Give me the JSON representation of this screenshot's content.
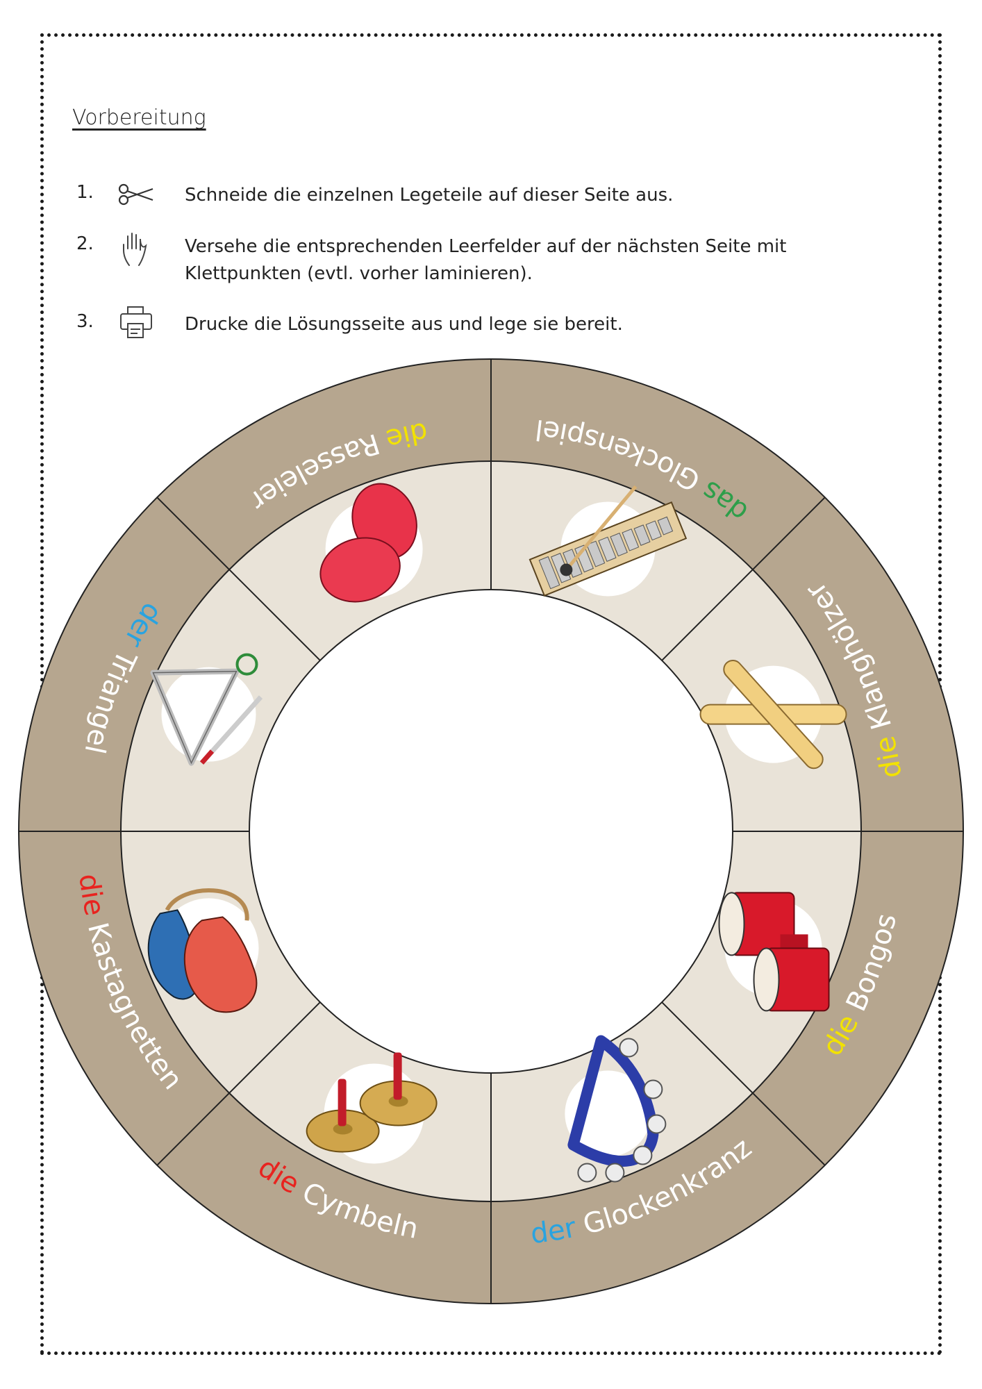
{
  "heading": "Vorbereitung",
  "steps": [
    {
      "num": "1.",
      "icon": "scissors-icon",
      "text": "Schneide die einzelnen Legeteile auf dieser Seite aus."
    },
    {
      "num": "2.",
      "icon": "hand-icon",
      "text": "Versehe die entsprechenden Leerfelder auf der nächsten Seite mit Klettpunkten (evtl. vorher laminieren)."
    },
    {
      "num": "3.",
      "icon": "printer-icon",
      "text": "Drucke die Lösungsseite aus und lege sie bereit."
    }
  ],
  "colors": {
    "outer_ring": "#b6a68f",
    "inner_ring": "#e9e3d8",
    "label_text": "#ffffff",
    "article_das": "#2e9e4a",
    "article_die_yellow": "#f2e200",
    "article_der": "#29a3e0",
    "article_die_red": "#e8231f"
  },
  "segments": [
    {
      "article": "das",
      "noun": "Glockenspiel",
      "article_color": "#2e9e4a",
      "icon": "glockenspiel-icon"
    },
    {
      "article": "die",
      "noun": "Klanghölzer",
      "article_color": "#f2e200",
      "icon": "claves-icon"
    },
    {
      "article": "die",
      "noun": "Bongos",
      "article_color": "#f2e200",
      "icon": "bongos-icon"
    },
    {
      "article": "der",
      "noun": "Glockenkranz",
      "article_color": "#29a3e0",
      "icon": "bell-ring-icon"
    },
    {
      "article": "die",
      "noun": "Cymbeln",
      "article_color": "#e8231f",
      "icon": "cymbals-icon"
    },
    {
      "article": "die",
      "noun": "Kastagnetten",
      "article_color": "#e8231f",
      "icon": "castanets-icon"
    },
    {
      "article": "der",
      "noun": "Triangel",
      "article_color": "#29a3e0",
      "icon": "triangle-icon"
    },
    {
      "article": "die",
      "noun": "Rasseleier",
      "article_color": "#f2e200",
      "icon": "egg-shaker-icon"
    }
  ]
}
